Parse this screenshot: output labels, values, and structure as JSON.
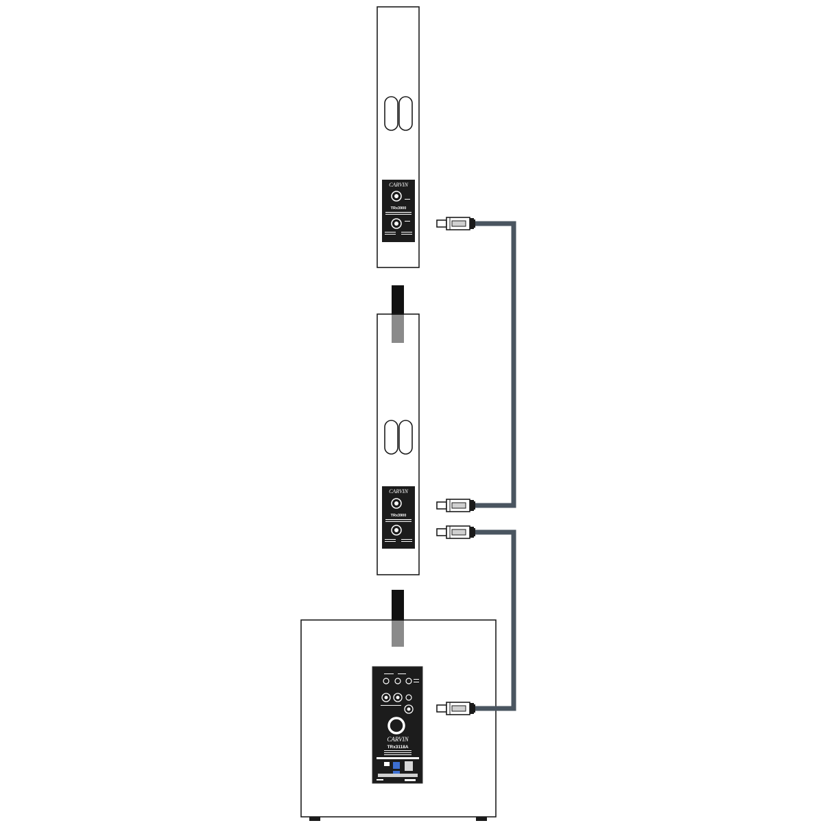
{
  "colors": {
    "outline": "#1a1a1a",
    "panel": "#1c1c1c",
    "cable": "#4a5560",
    "pole_top": "#111111",
    "pole_bottom": "#8a8a8a"
  },
  "top_speaker": {
    "panel": {
      "brand": "CARVIN",
      "model": "TRx3900"
    }
  },
  "middle_speaker": {
    "panel": {
      "brand": "CARVIN",
      "model": "TRx3900"
    }
  },
  "subwoofer": {
    "panel": {
      "brand": "CARVIN",
      "model": "TRx3118A"
    }
  },
  "icons": {
    "connector": "speakon-connector-icon",
    "handle": "carry-handle-icon"
  }
}
